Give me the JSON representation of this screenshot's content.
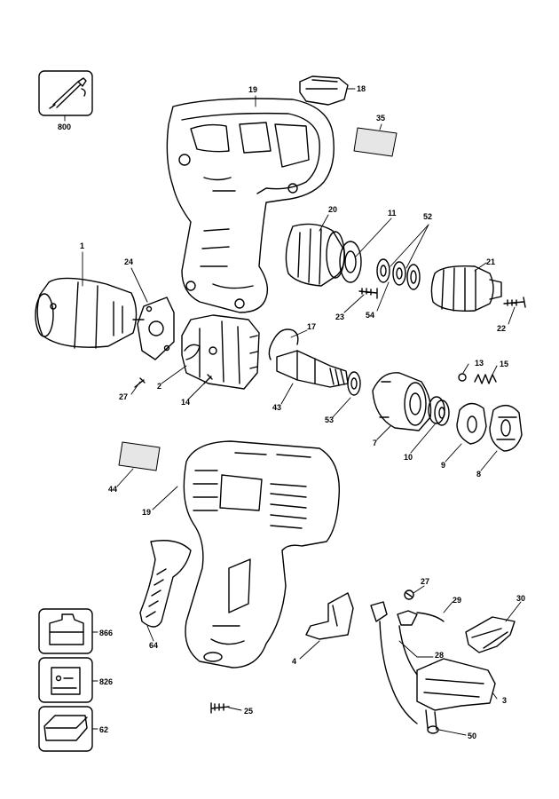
{
  "labels": {
    "l800": "800",
    "l19a": "19",
    "l18": "18",
    "l35": "35",
    "l1": "1",
    "l24": "24",
    "l20": "20",
    "l11": "11",
    "l52": "52",
    "l21": "21",
    "l23": "23",
    "l54": "54",
    "l22": "22",
    "l17": "17",
    "l13": "13",
    "l15": "15",
    "l27a": "27",
    "l2": "2",
    "l14": "14",
    "l43": "43",
    "l53": "53",
    "l7": "7",
    "l10": "10",
    "l9": "9",
    "l8": "8",
    "l44": "44",
    "l19b": "19",
    "l866": "866",
    "l826": "826",
    "l62": "62",
    "l64": "64",
    "l4": "4",
    "l27b": "27",
    "l29": "29",
    "l30": "30",
    "l28": "28",
    "l3": "3",
    "l25": "25",
    "l50": "50"
  },
  "watermark": "",
  "colors": {
    "ink": "#000000",
    "paper": "#ffffff",
    "shade": "#e6e6e6"
  }
}
